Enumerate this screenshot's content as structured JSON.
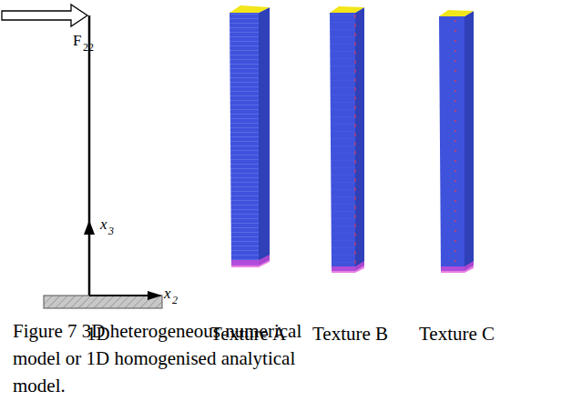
{
  "diagram": {
    "caption": "Figure 7 3D heterogeneous numerical model or 1D homogenised analytical model.",
    "labels": [
      "F",
      "22",
      "x",
      "3",
      "x",
      "2",
      "1D",
      "Texture A",
      "Texture B",
      "Texture C"
    ]
  }
}
